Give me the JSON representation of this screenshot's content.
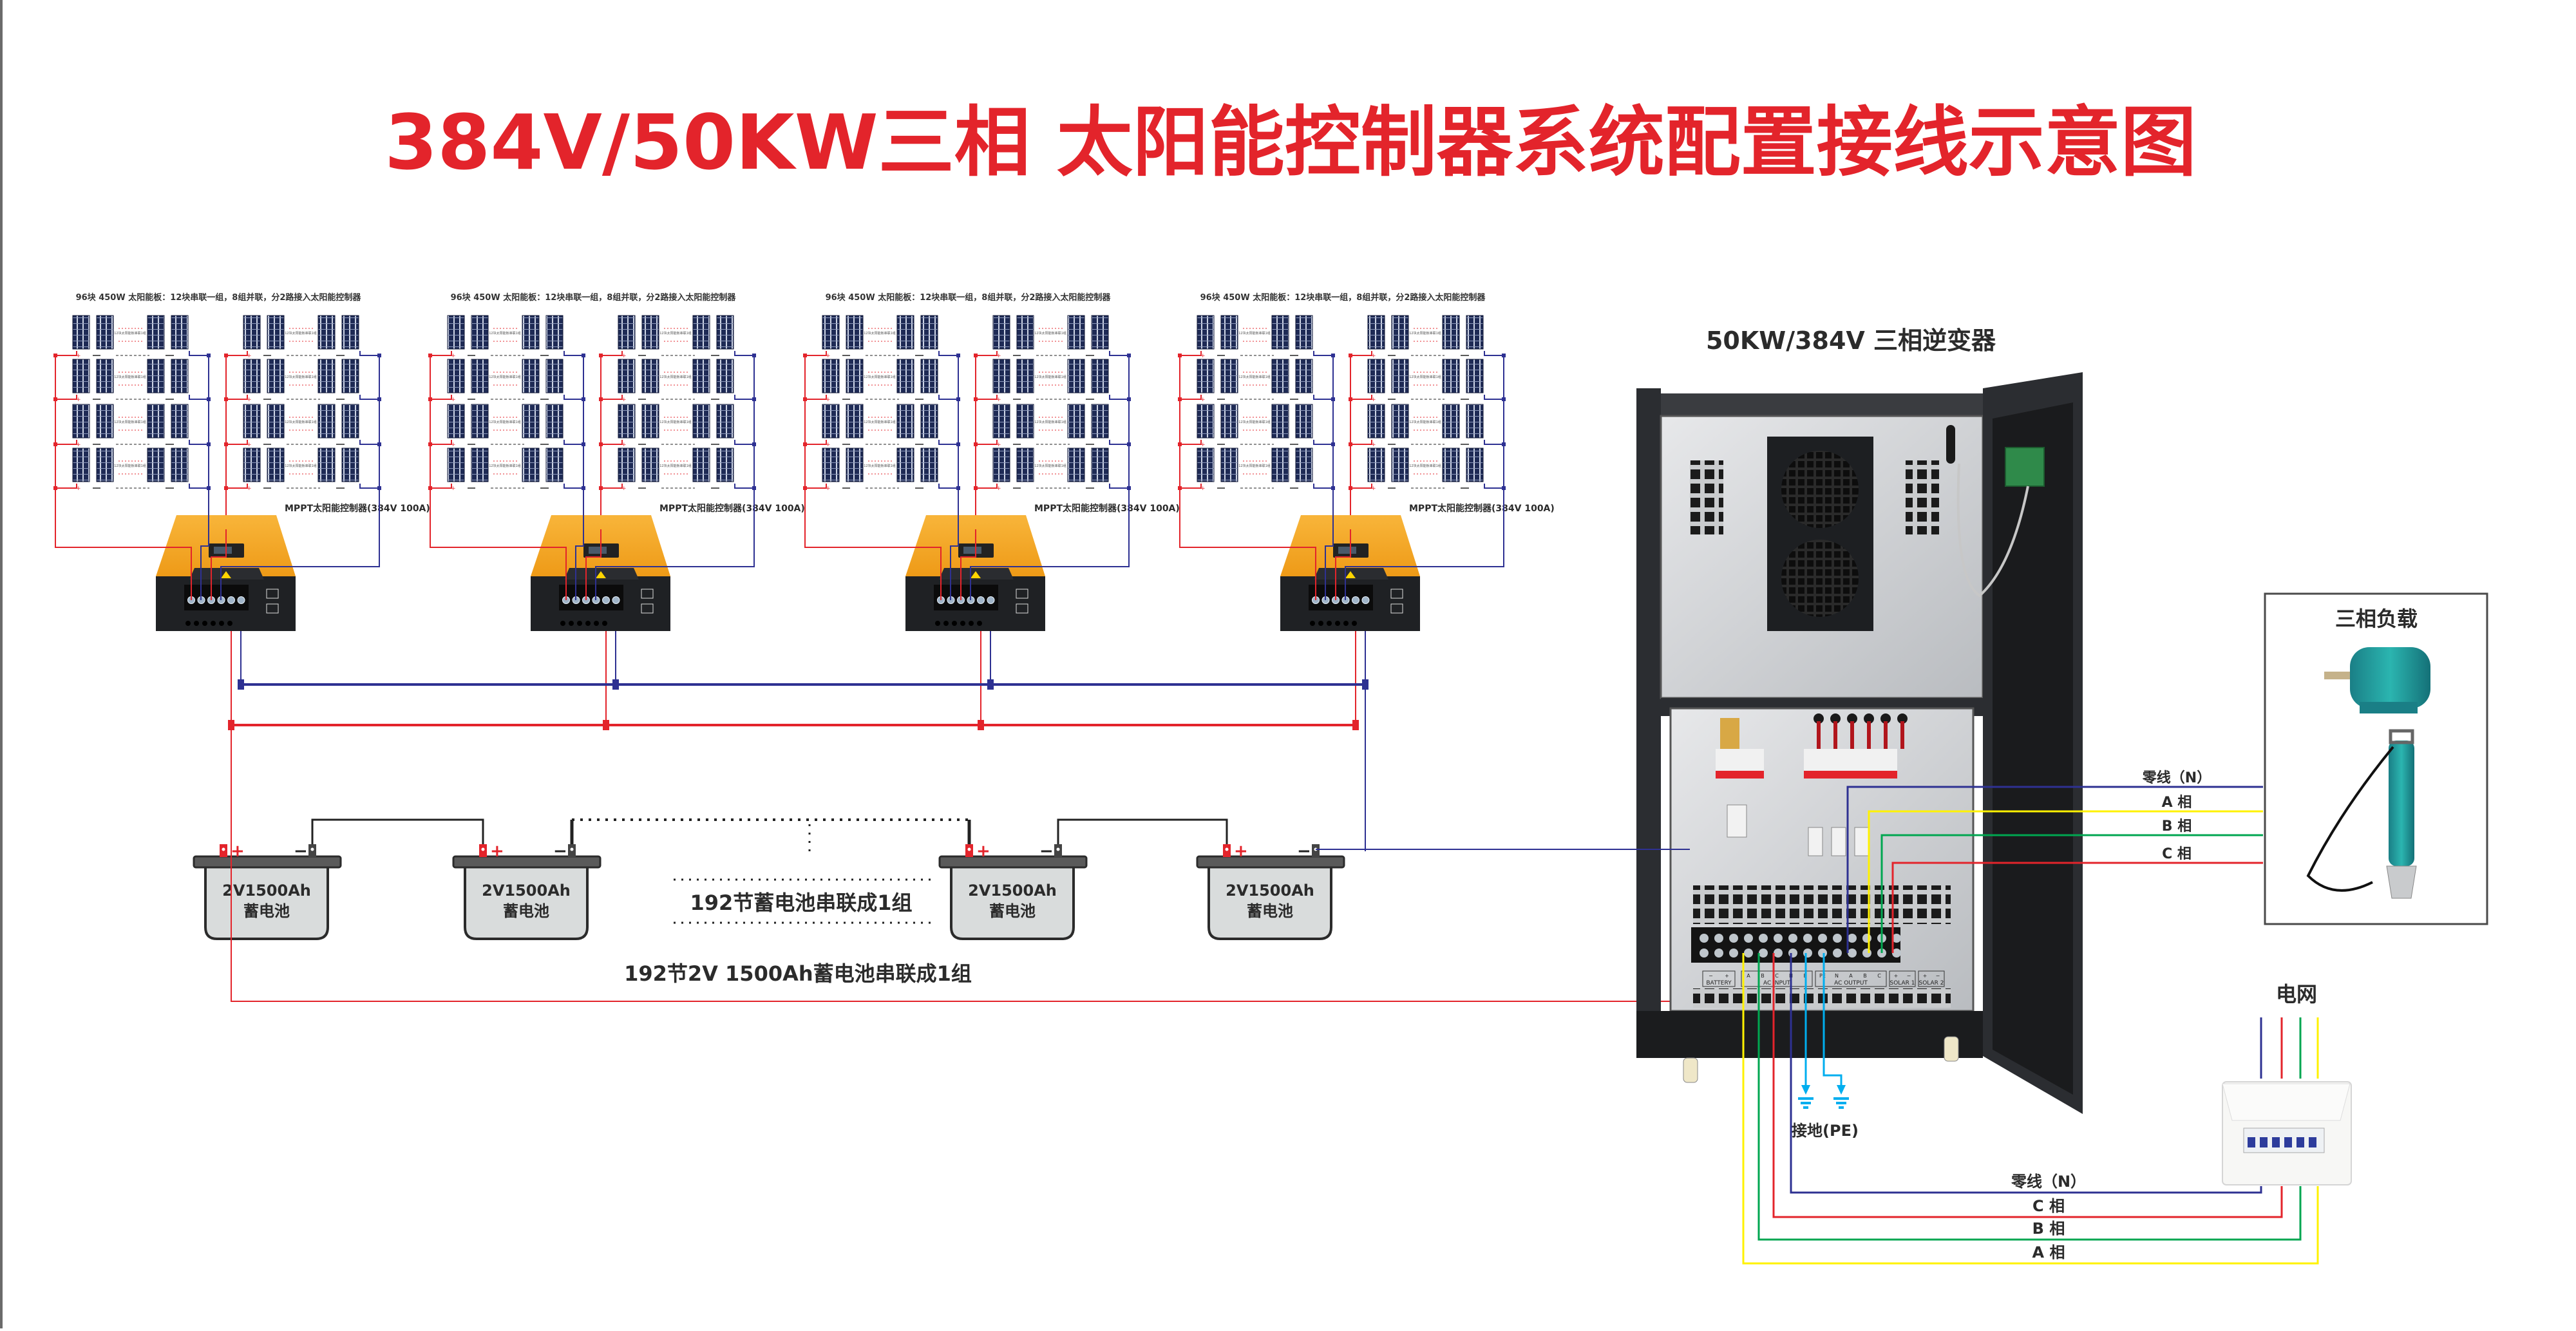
{
  "title": "384V/50KW三相 太阳能控制器系统配置接线示意图",
  "colors": {
    "title": "#e3242b",
    "positive_wire": "#e3242b",
    "negative_wire": "#2e3192",
    "neutral_wire": "#2e3192",
    "phase_a": "#fff200",
    "phase_b": "#00a650",
    "phase_c": "#e3242b",
    "ground": "#00aeef",
    "controller_body": "#f5a623",
    "panel_cell": "#1e2a55",
    "battery_body": "#d9dcdc",
    "battery_lid": "#5a5a5a"
  },
  "solar_groups": [
    {
      "caption": "96块 450W 太阳能板：12块串联一组，8组并联，分2路接入太阳能控制器",
      "controller_label": "MPPT太阳能控制器(384V 100A)",
      "string_label": "12块太阳能板串联1组"
    },
    {
      "caption": "96块 450W 太阳能板：12块串联一组，8组并联，分2路接入太阳能控制器",
      "controller_label": "MPPT太阳能控制器(384V 100A)",
      "string_label": "12块太阳能板串联1组"
    },
    {
      "caption": "96块 450W 太阳能板：12块串联一组，8组并联，分2路接入太阳能控制器",
      "controller_label": "MPPT太阳能控制器(384V 100A)",
      "string_label": "12块太阳能板串联1组"
    },
    {
      "caption": "96块 450W 太阳能板：12块串联一组，8组并联，分2路接入太阳能控制器",
      "controller_label": "MPPT太阳能控制器(384V 100A)",
      "string_label": "12块太阳能板串联1组"
    }
  ],
  "batteries": [
    {
      "model": "2V1500Ah",
      "name": "蓄电池",
      "plus": "+",
      "minus": "−"
    },
    {
      "model": "2V1500Ah",
      "name": "蓄电池",
      "plus": "+",
      "minus": "−"
    },
    {
      "model": "2V1500Ah",
      "name": "蓄电池",
      "plus": "+",
      "minus": "−"
    },
    {
      "model": "2V1500Ah",
      "name": "蓄电池",
      "plus": "+",
      "minus": "−"
    }
  ],
  "battery_series_note": "192节蓄电池串联成1组",
  "battery_bank_label": "192节2V 1500Ah蓄电池串联成1组",
  "inverter": {
    "label": "50KW/384V 三相逆变器",
    "terminal_groups": [
      {
        "name": "BATTERY",
        "pins": [
          "−",
          "+"
        ]
      },
      {
        "name": "AC INPUT",
        "pins": [
          "A",
          "B",
          "C",
          "N",
          "E"
        ]
      },
      {
        "name": "AC OUTPUT",
        "pins": [
          "PE",
          "N",
          "A",
          "B",
          "C"
        ]
      },
      {
        "name": "SOLAR 1",
        "pins": [
          "+",
          "−"
        ]
      },
      {
        "name": "SOLAR 2",
        "pins": [
          "+",
          "−"
        ]
      }
    ]
  },
  "load": {
    "title": "三相负载",
    "wires": [
      "零线（N）",
      "A 相",
      "B 相",
      "C 相"
    ]
  },
  "ground_label": "接地(PE)",
  "grid": {
    "title": "电网",
    "wires": [
      "零线（N）",
      "C 相",
      "B 相",
      "A 相"
    ]
  }
}
